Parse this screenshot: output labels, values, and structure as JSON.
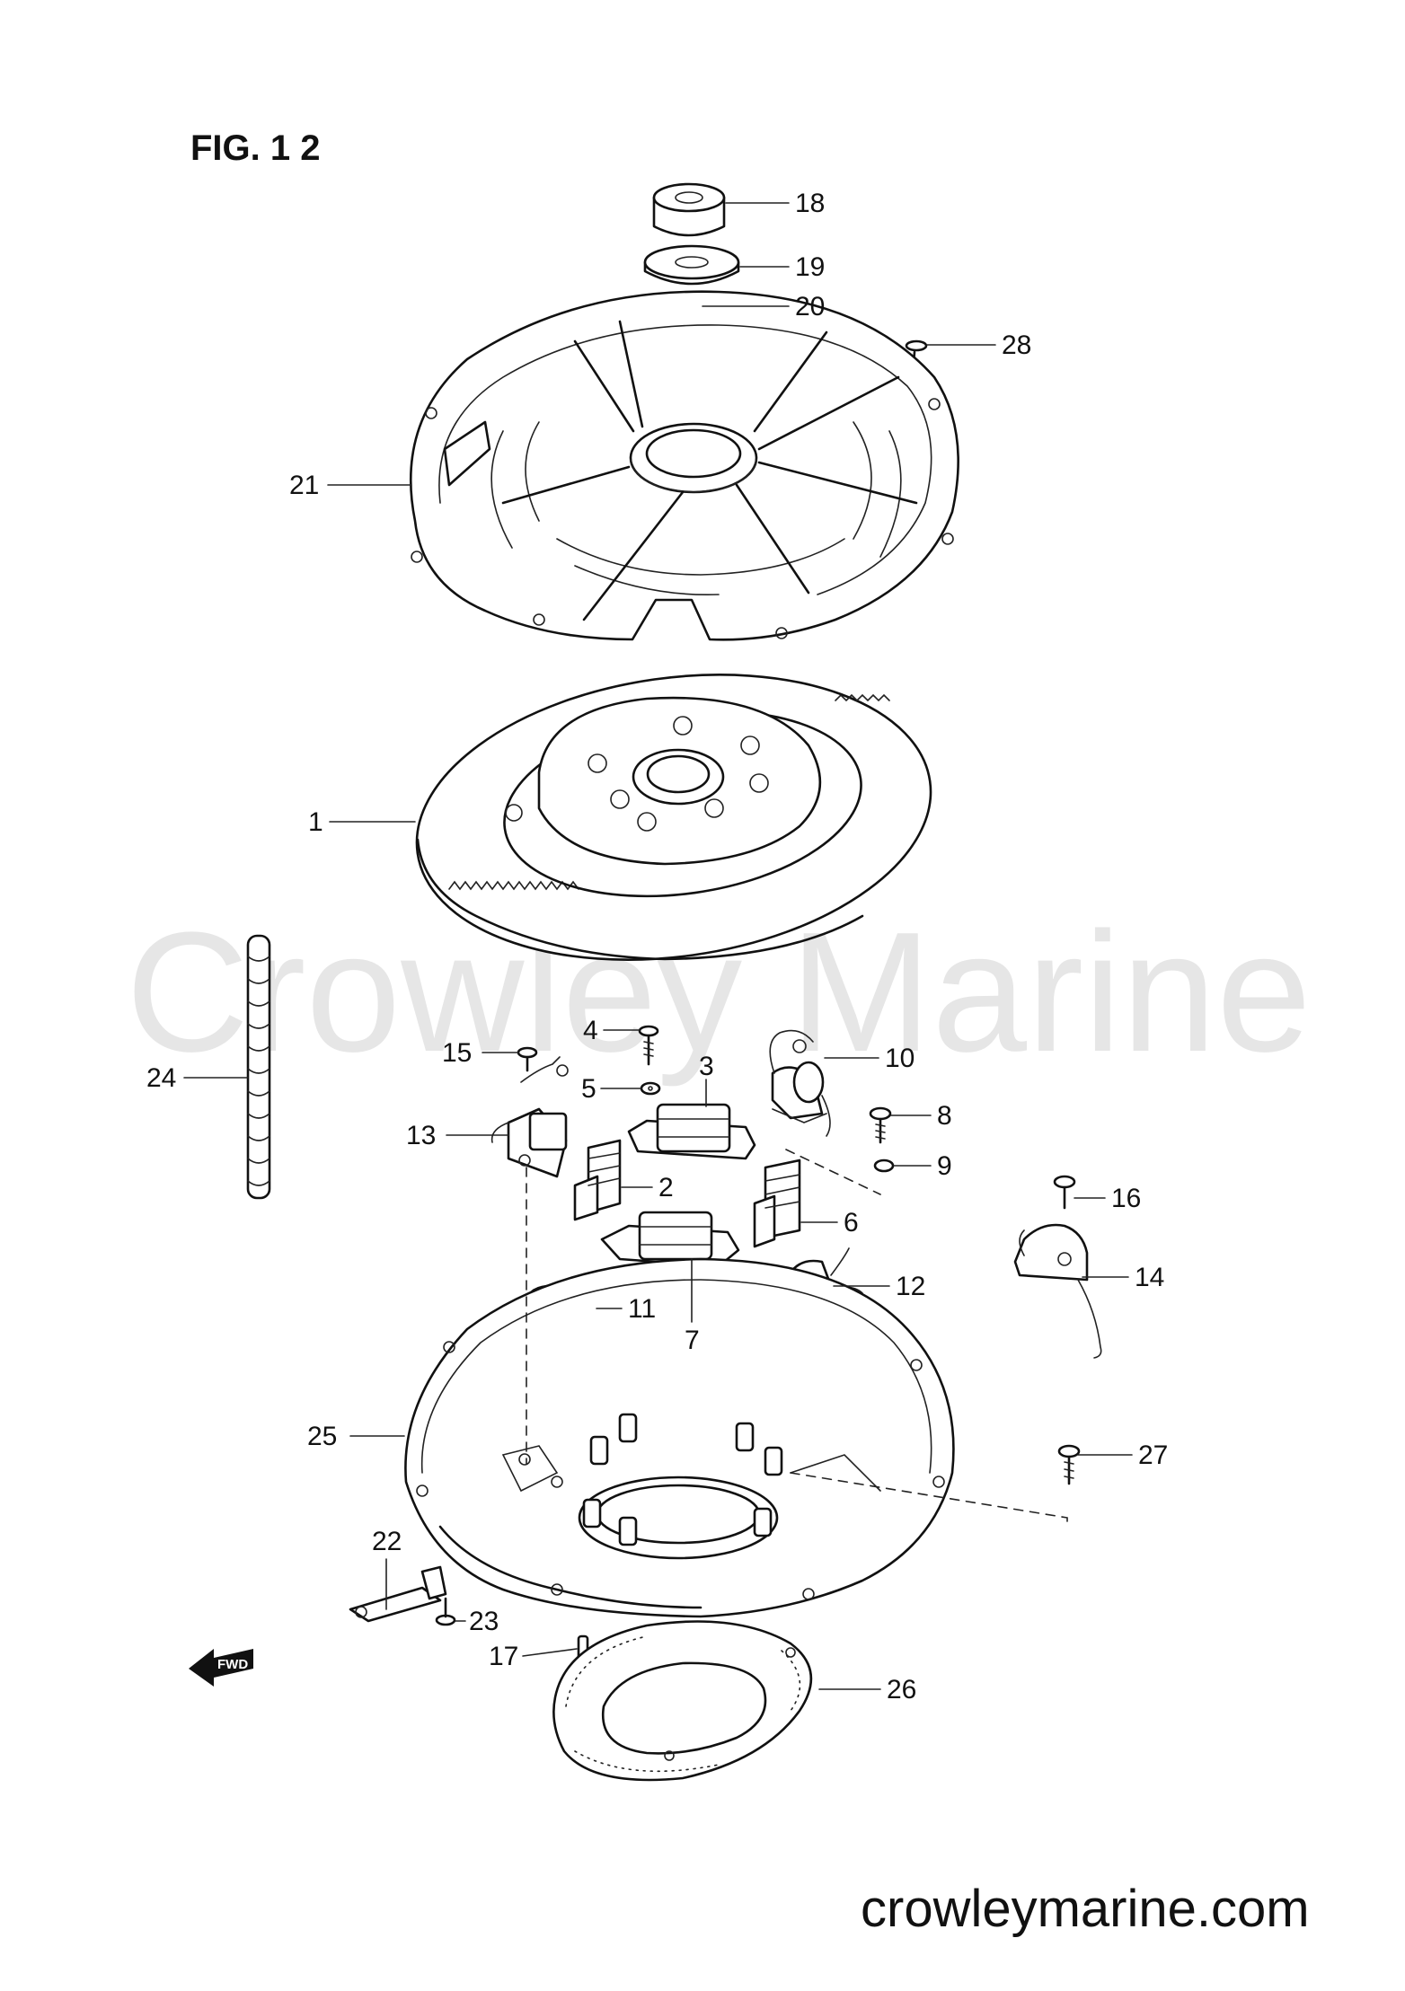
{
  "figure_title": "FIG. 1 2",
  "watermark": "Crowley Marine",
  "website": "crowleymarine.com",
  "fwd_label": "FWD",
  "callouts": [
    {
      "id": "c1",
      "label": "1"
    },
    {
      "id": "c2",
      "label": "2"
    },
    {
      "id": "c3",
      "label": "3"
    },
    {
      "id": "c4",
      "label": "4"
    },
    {
      "id": "c5",
      "label": "5"
    },
    {
      "id": "c6",
      "label": "6"
    },
    {
      "id": "c7",
      "label": "7"
    },
    {
      "id": "c8",
      "label": "8"
    },
    {
      "id": "c9",
      "label": "9"
    },
    {
      "id": "c10",
      "label": "10"
    },
    {
      "id": "c11",
      "label": "11"
    },
    {
      "id": "c12",
      "label": "12"
    },
    {
      "id": "c13",
      "label": "13"
    },
    {
      "id": "c14",
      "label": "14"
    },
    {
      "id": "c15",
      "label": "15"
    },
    {
      "id": "c16",
      "label": "16"
    },
    {
      "id": "c17",
      "label": "17"
    },
    {
      "id": "c18",
      "label": "18"
    },
    {
      "id": "c19",
      "label": "19"
    },
    {
      "id": "c20",
      "label": "20"
    },
    {
      "id": "c21",
      "label": "21"
    },
    {
      "id": "c22",
      "label": "22"
    },
    {
      "id": "c23",
      "label": "23"
    },
    {
      "id": "c24",
      "label": "24"
    },
    {
      "id": "c25",
      "label": "25"
    },
    {
      "id": "c26",
      "label": "26"
    },
    {
      "id": "c27",
      "label": "27"
    },
    {
      "id": "c28",
      "label": "28"
    }
  ]
}
